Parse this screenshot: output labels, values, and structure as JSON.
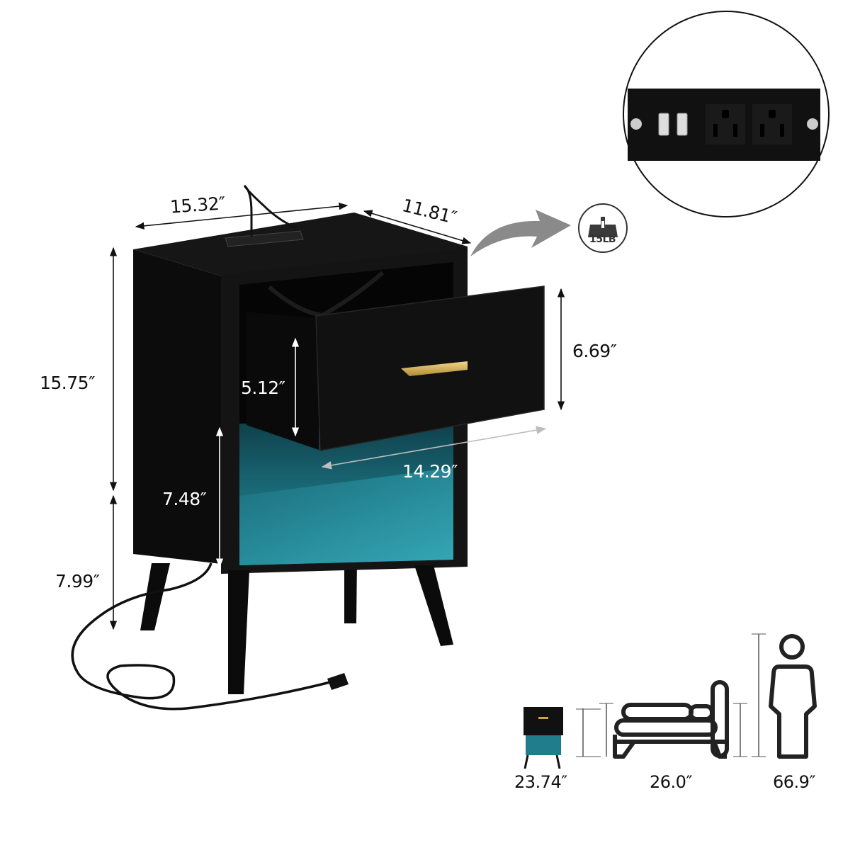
{
  "product": {
    "type": "nightstand",
    "color_body": "#0d0d0d",
    "color_light": "#1f7d8c",
    "color_handle": "#c9a24a"
  },
  "dimensions": {
    "width": "15.32″",
    "depth": "11.81″",
    "total_body_height": "15.75″",
    "leg_height": "7.99″",
    "drawer_height": "6.69″",
    "drawer_inner_height": "5.12″",
    "drawer_depth": "14.29″",
    "open_shelf_height": "7.48″"
  },
  "load_badge": {
    "icon": "weight-icon",
    "label": "15LB"
  },
  "power_strip_inset": {
    "usb_ports": 2,
    "ac_outlets": 2,
    "screws": 2
  },
  "scale_comparison": {
    "nightstand_height": "23.74″",
    "bed_height": "26.0″",
    "person_height": "66.9″"
  }
}
